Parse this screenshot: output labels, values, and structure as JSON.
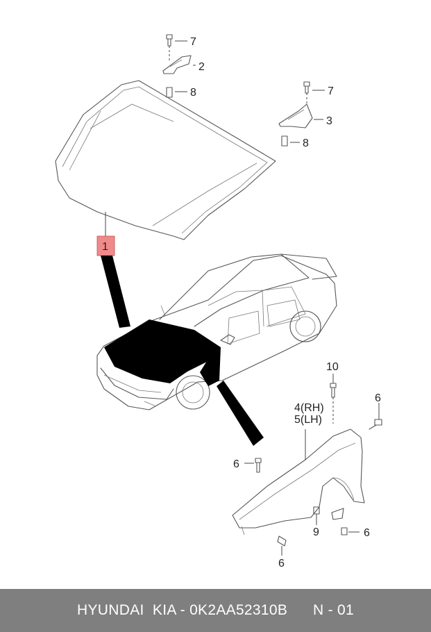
{
  "callouts": {
    "c1": "1",
    "c2": "2",
    "c3": "3",
    "c4": "4(RH)",
    "c5": "5(LH)",
    "c6a": "6",
    "c6b": "6",
    "c6c": "6",
    "c6d": "6",
    "c7a": "7",
    "c7b": "7",
    "c8a": "8",
    "c8b": "8",
    "c9": "9",
    "c10": "10"
  },
  "footer": {
    "brand": "HYUNDAI  KIA - ",
    "part_number": "0K2AA52310B",
    "page": "N - 01"
  },
  "colors": {
    "highlight_box": "#f08a8a",
    "highlighted_part": "#000000",
    "footer_bg": "#7f7f7f"
  }
}
